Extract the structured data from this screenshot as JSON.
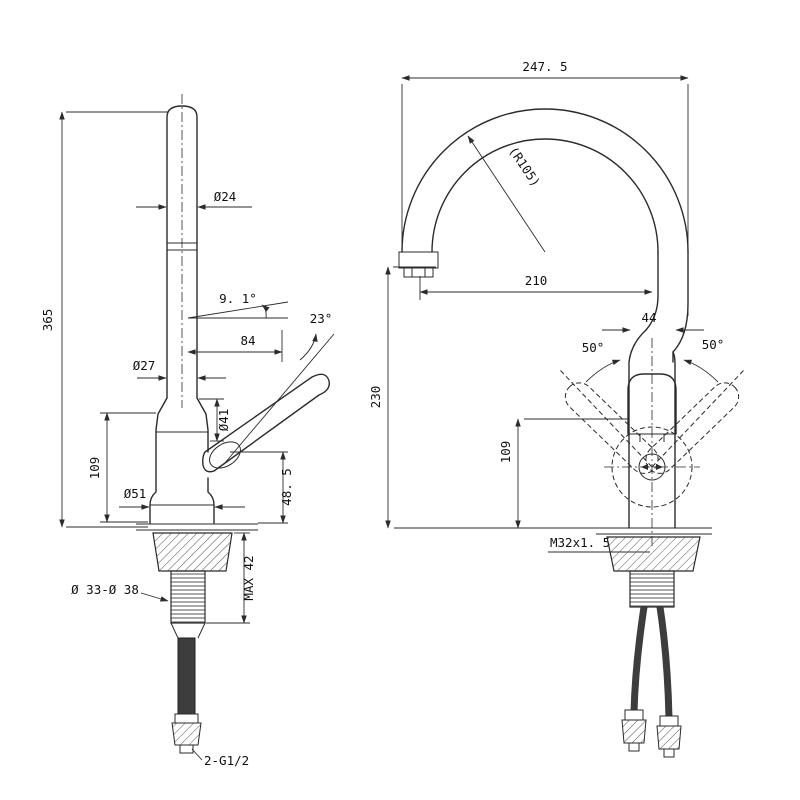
{
  "drawing": {
    "title": "Kitchen faucet technical drawing",
    "views": {
      "side": {
        "labels": {
          "dia24": "Ø24",
          "h365": "365",
          "ang9_1": "9. 1°",
          "ang23": "23°",
          "len84": "84",
          "dia27": "Ø27",
          "dia41": "Ø41",
          "h109": "109",
          "dia51": "Ø51",
          "h48_5": "48. 5",
          "max42": "MAX 42",
          "dia33_38": "Ø 33-Ø 38",
          "thread": "2-G1/2"
        }
      },
      "front": {
        "labels": {
          "w247_5": "247. 5",
          "r105": "(R105)",
          "w210": "210",
          "w44": "44",
          "ang50_left": "50°",
          "ang50_right": "50°",
          "h230": "230",
          "h109": "109",
          "thread": "M32x1. 5"
        }
      }
    }
  }
}
